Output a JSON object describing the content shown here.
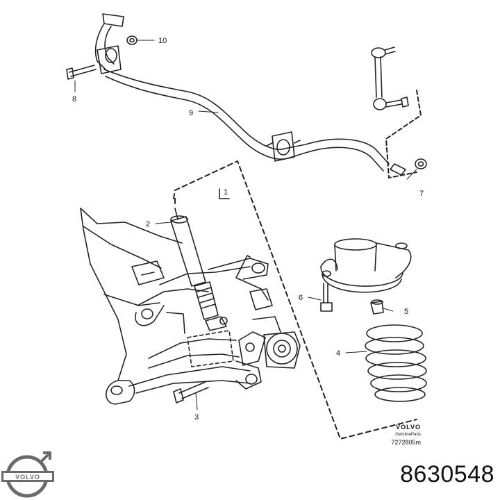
{
  "diagram": {
    "callouts": {
      "c1": "1",
      "c2": "2",
      "c3": "3",
      "c4": "4",
      "c5": "5",
      "c6": "6",
      "c7": "7",
      "c8": "8",
      "c9": "9",
      "c10": "10"
    },
    "brand_stamp": {
      "brand": "VOLVO",
      "genuine": "GenuineParts",
      "ref": "7272805m"
    }
  },
  "logo": {
    "text": "VOLVO",
    "color": "#6b6b6b"
  },
  "part_number": "8630548"
}
